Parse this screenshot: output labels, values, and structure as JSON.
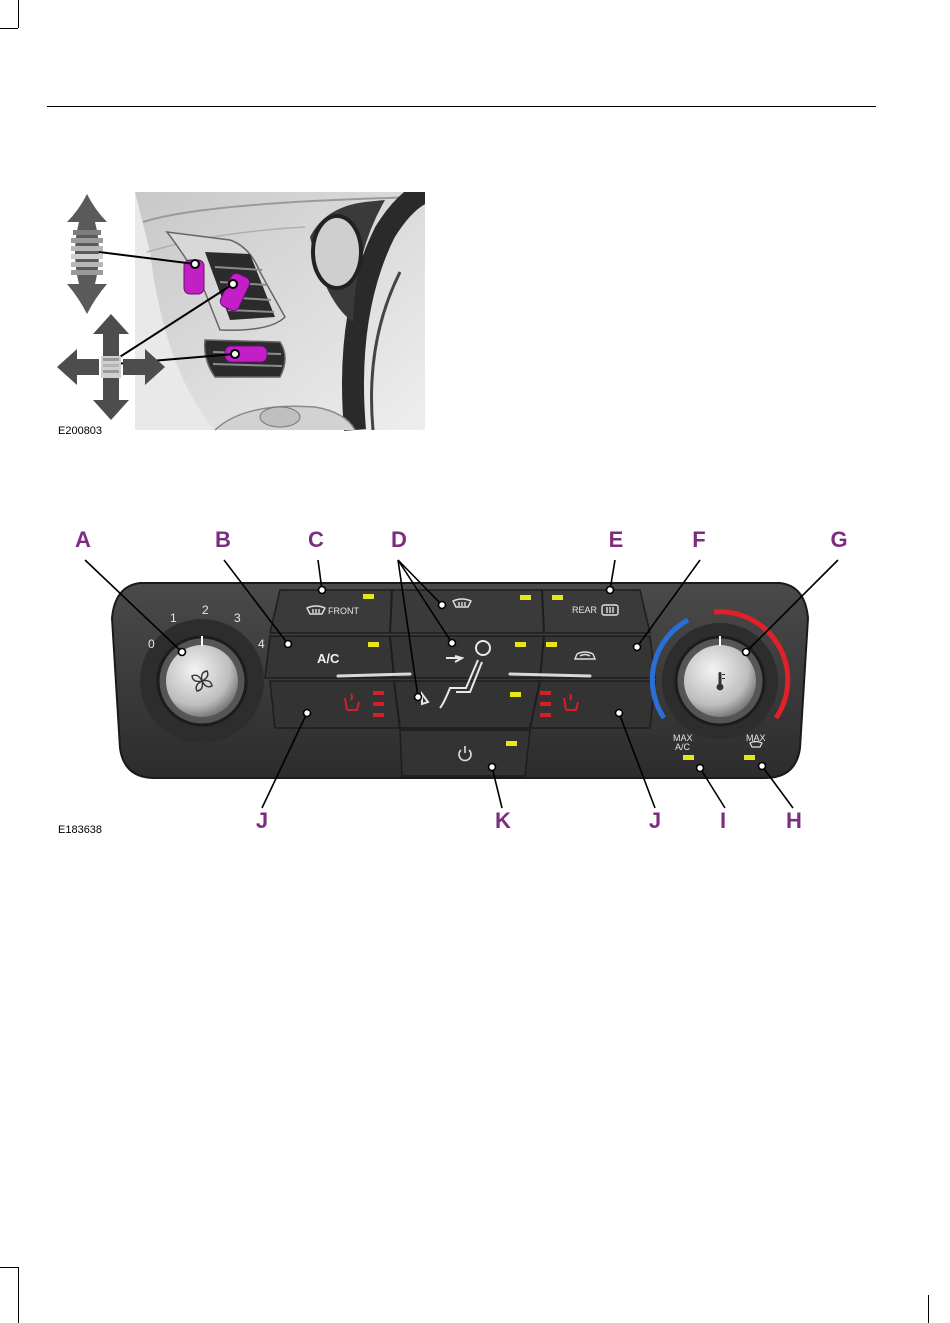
{
  "figure1": {
    "id": "E200803",
    "icons": [
      "vertical-arrow-icon",
      "four-way-arrow-icon"
    ]
  },
  "figure2": {
    "id": "E183638",
    "callouts": {
      "A": "A",
      "B": "B",
      "C": "C",
      "D": "D",
      "E": "E",
      "F": "F",
      "G": "G",
      "H": "H",
      "I": "I",
      "J": "J",
      "K": "K"
    },
    "panel": {
      "fan_scale": [
        "0",
        "1",
        "2",
        "3",
        "4"
      ],
      "front_label": "FRONT",
      "rear_label": "REAR",
      "ac_label": "A/C",
      "max_ac_line1": "MAX",
      "max_ac_line2": "A/C",
      "max_defrost_label": "MAX"
    },
    "colors": {
      "callout": "#7b2d7f",
      "indicator": "#e6e61a",
      "seat_heat": "#d41f26",
      "cold": "#2a6fd6",
      "hot": "#e0202a"
    }
  }
}
